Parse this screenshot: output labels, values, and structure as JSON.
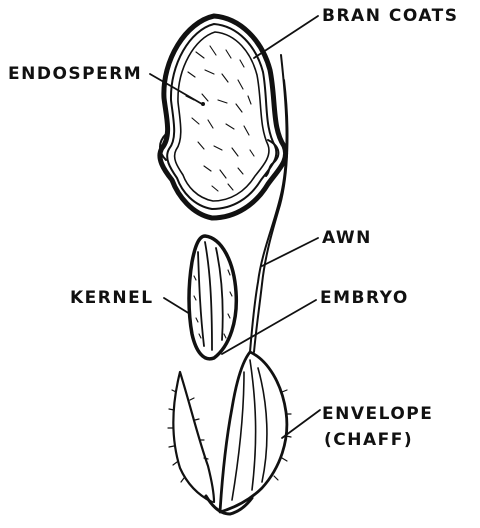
{
  "labels": {
    "bran_coats": "BRAN COATS",
    "endosperm": "ENDOSPERM",
    "awn": "AWN",
    "kernel": "KERNEL",
    "embryo": "EMBRYO",
    "envelope": "ENVELOPE",
    "chaff": "(CHAFF)"
  },
  "colors": {
    "ink": "#111111",
    "paper": "#ffffff"
  }
}
